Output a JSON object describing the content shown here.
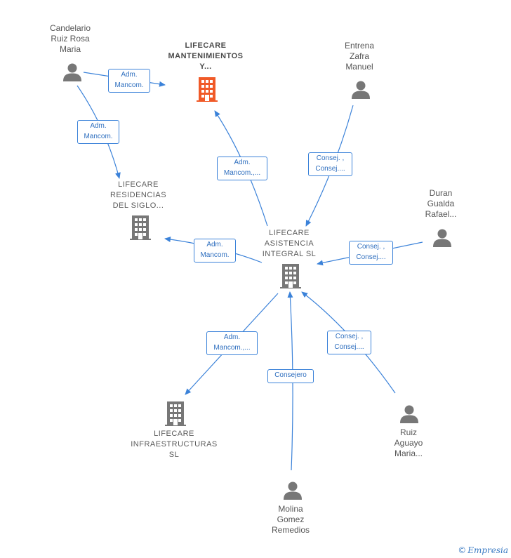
{
  "colors": {
    "edge": "#3b82d9",
    "person_icon": "#777777",
    "company_icon": "#777777",
    "highlight_company_icon": "#f05a28"
  },
  "persons": {
    "candelario": "Candelario\nRuiz Rosa\nMaria",
    "entrena": "Entrena\nZafra\nManuel",
    "duran": "Duran\nGualda\nRafael...",
    "ruiz_aguayo": "Ruiz\nAguayo\nMaria...",
    "molina": "Molina\nGomez\nRemedios"
  },
  "companies": {
    "mantenimientos": "LIFECARE\nMANTENIMIENTOS\nY...",
    "residencias": "LIFECARE\nRESIDENCIAS\nDEL SIGLO...",
    "asistencia": "LIFECARE\nASISTENCIA\nINTEGRAL  SL",
    "infraestructuras": "LIFECARE\nINFRAESTRUCTURAS\nSL"
  },
  "edges": {
    "candelario_mant": "Adm.\nMancom.",
    "candelario_resid": "Adm.\nMancom.",
    "asist_mant": "Adm.\nMancom.,...",
    "entrena_asist": "Consej. ,\nConsej....",
    "asist_resid": "Adm.\nMancom.",
    "duran_asist": "Consej. ,\nConsej....",
    "asist_infra": "Adm.\nMancom.,...",
    "molina_asist": "Consejero",
    "ruiz_asist": "Consej. ,\nConsej...."
  },
  "brand": {
    "symbol": "©",
    "name": "Empresia"
  }
}
